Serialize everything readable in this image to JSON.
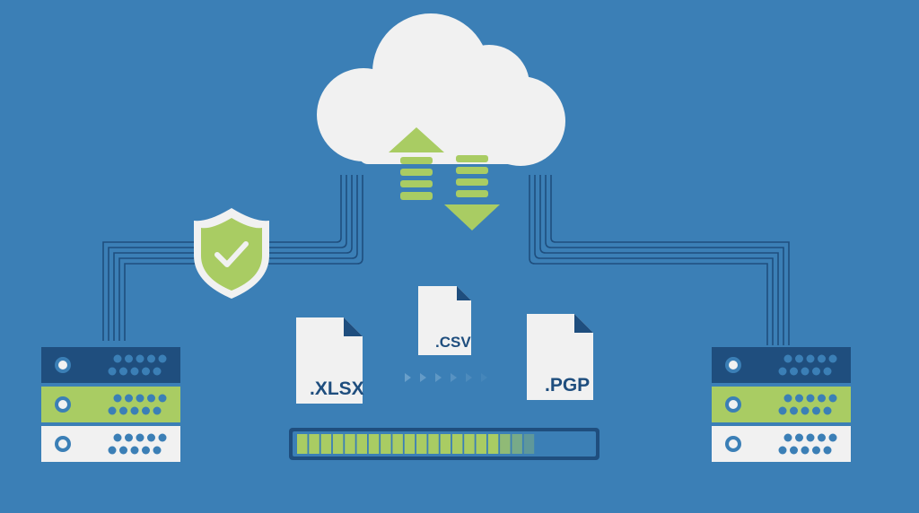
{
  "files": [
    {
      "label": ".XLSX"
    },
    {
      "label": ".CSV"
    },
    {
      "label": ".PGP"
    }
  ],
  "transfer": {
    "progress": 0.8
  },
  "colors": {
    "background": "#3b7fb6",
    "dark_blue": "#1f4e7e",
    "green": "#a9cc63",
    "white": "#f1f1f1"
  }
}
